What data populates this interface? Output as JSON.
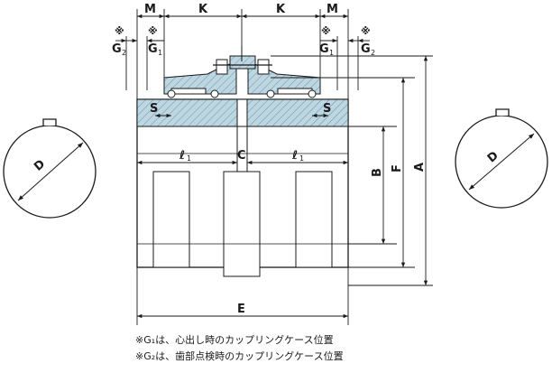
{
  "labels": {
    "M": "M",
    "K": "K",
    "ref_mark": "※",
    "G": "G",
    "sub_1": "1",
    "sub_2": "2",
    "S": "S",
    "l1": "ℓ",
    "C": "C",
    "B": "B",
    "F": "F",
    "A": "A",
    "E": "E",
    "D": "D"
  },
  "notes": [
    "※G₁は、心出し時のカップリングケース位置",
    "※G₂は、歯部点検時のカップリングケース位置"
  ],
  "colors": {
    "line": "#1a1a1a",
    "hatch_fill": "#bcd6e2",
    "hatch_line": "#6f8f9f",
    "body_fill": "#ffffff"
  }
}
